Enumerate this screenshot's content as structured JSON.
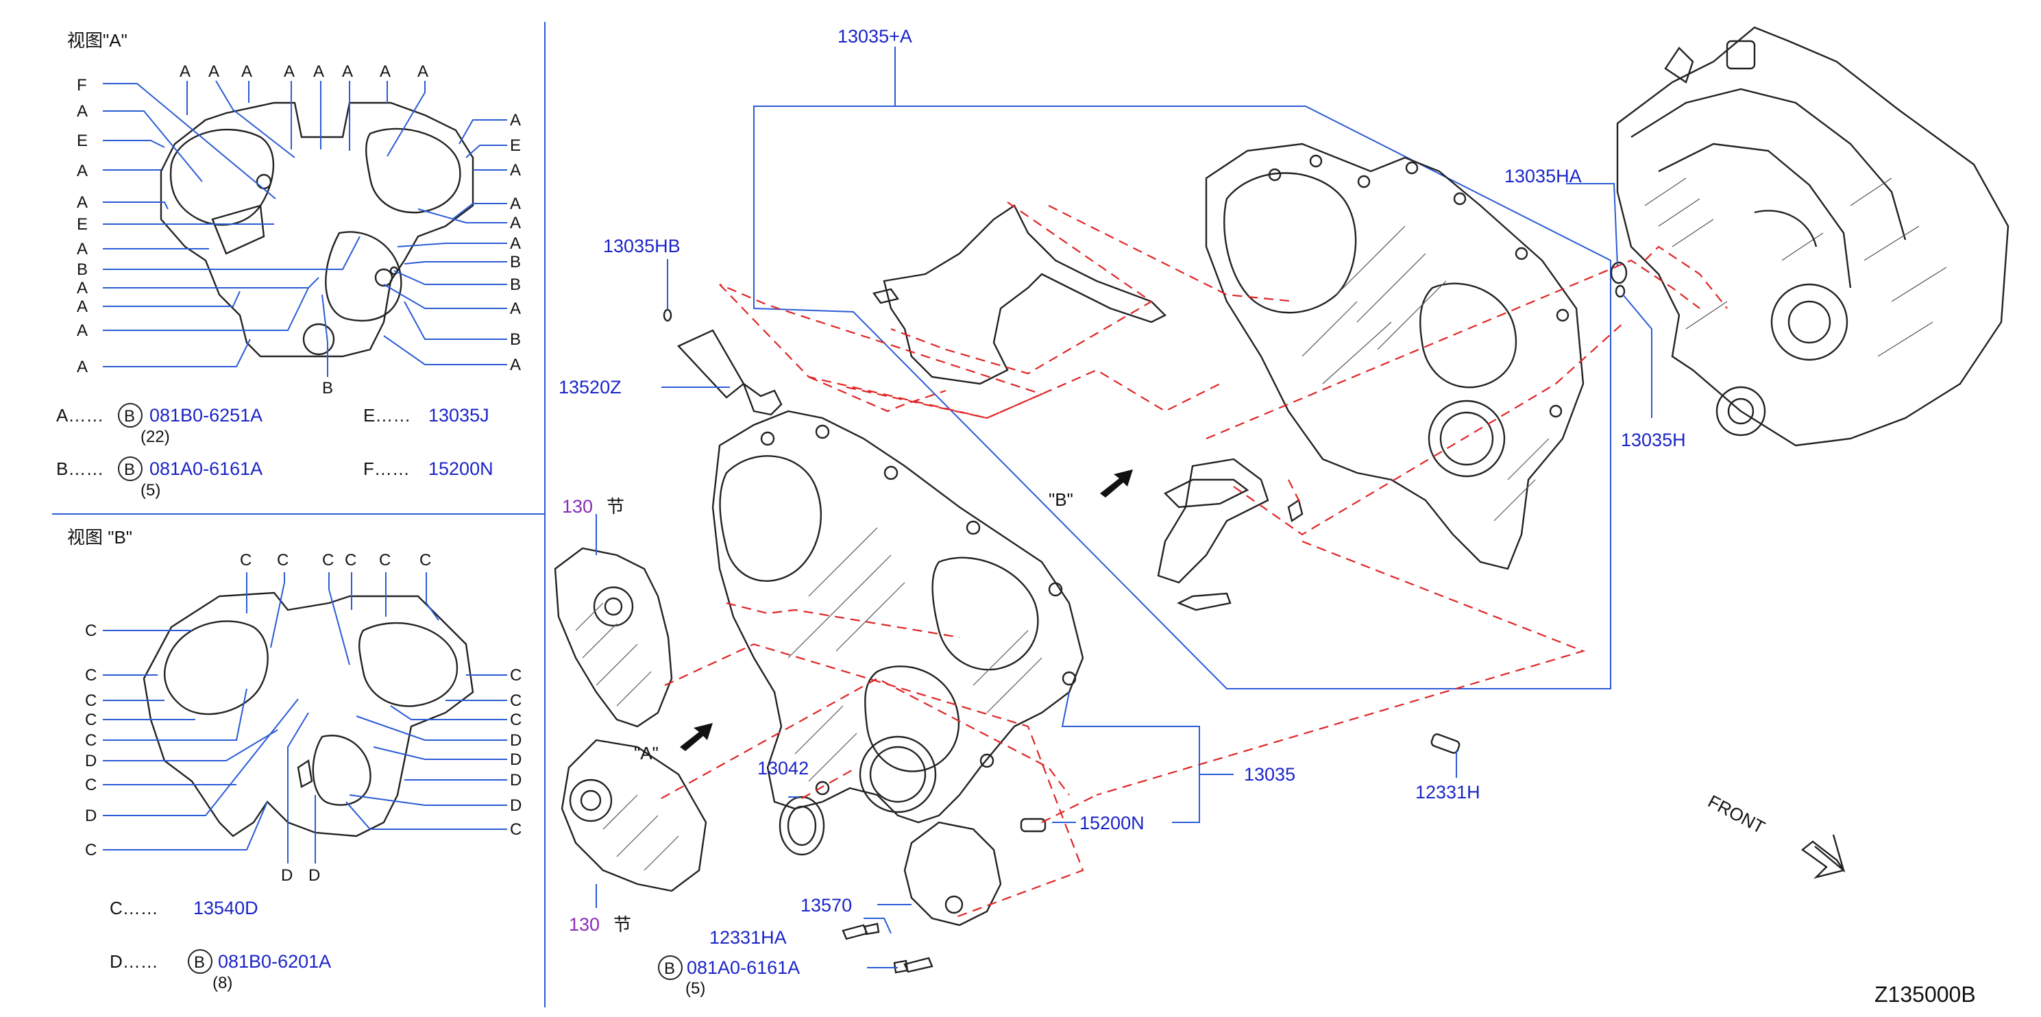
{
  "view_a": {
    "title": "视图\"A\"",
    "letters_top": [
      "A",
      "A",
      "A",
      "A",
      "A",
      "A",
      "A",
      "A"
    ],
    "letters_left": [
      "F",
      "A",
      "E",
      "A",
      "A",
      "E",
      "A",
      "B",
      "A",
      "A",
      "A",
      "A"
    ],
    "letters_right": [
      "A",
      "E",
      "A",
      "A",
      "A",
      "A",
      "B",
      "B",
      "A",
      "B",
      "A"
    ],
    "letter_bottom": "B",
    "legend": [
      {
        "key": "A……",
        "circle": "B",
        "part": "081B0-6251A",
        "qty": "(22)"
      },
      {
        "key": "B……",
        "circle": "B",
        "part": "081A0-6161A",
        "qty": "(5)"
      },
      {
        "key": "E……",
        "part": "13035J"
      },
      {
        "key": "F……",
        "part": "15200N"
      }
    ]
  },
  "view_b": {
    "title": "视图 \"B\"",
    "letters_top": [
      "C",
      "C",
      "C",
      "C",
      "C",
      "C"
    ],
    "letters_left": [
      "C",
      "C",
      "C",
      "C",
      "C",
      "D",
      "C",
      "D",
      "C"
    ],
    "letters_right": [
      "C",
      "C",
      "C",
      "D",
      "D",
      "D",
      "D",
      "C"
    ],
    "letters_bottom": [
      "D",
      "D"
    ],
    "legend": [
      {
        "key": "C……",
        "part": "13540D"
      },
      {
        "key": "D……",
        "circle": "B",
        "part": "081B0-6201A",
        "qty": "(8)"
      }
    ]
  },
  "main": {
    "labels": {
      "p13035A": "13035+A",
      "p13035HB": "13035HB",
      "p13520Z": "13520Z",
      "p13035HA": "13035HA",
      "p13035H": "13035H",
      "p13035": "13035",
      "p12331H": "12331H",
      "p13042": "13042",
      "p15200N": "15200N",
      "p13570": "13570",
      "p12331HA": "12331HA",
      "pB081A0": "081A0-6161A",
      "pB081A0_qty": "(5)",
      "circle_b": "B",
      "sec130_a": "130",
      "sec130_b": "130",
      "sec_char": "节",
      "view_a_marker": "\"A\"",
      "view_b_marker": "\"B\"",
      "front": "FRONT",
      "diagram_id": "Z135000B"
    }
  },
  "colors": {
    "part_number": "#1a24c8",
    "section_ref": "#8a2bb8",
    "leader": "#2a5bd6",
    "exploded_path": "#e02424"
  }
}
